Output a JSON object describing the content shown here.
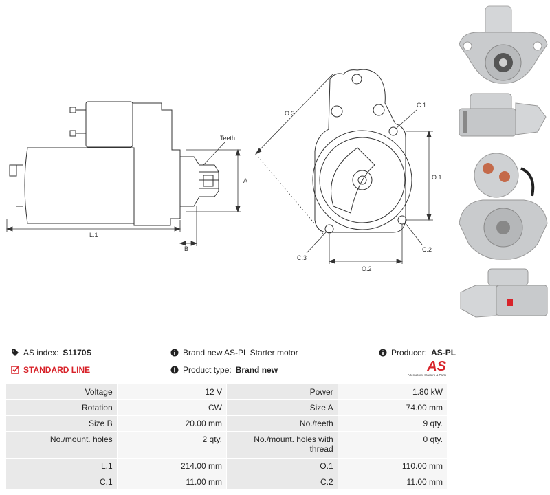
{
  "drawing": {
    "labels": {
      "teeth": "Teeth",
      "a": "A",
      "b": "B",
      "l1": "L.1",
      "o3": "O.3",
      "c1": "C.1",
      "o1": "O.1",
      "c2": "C.2",
      "c3": "C.3",
      "o2": "O.2"
    }
  },
  "info": {
    "as_index_label": "AS index:",
    "as_index_value": "S1170S",
    "line": "STANDARD LINE",
    "brand_text": "Brand new AS-PL Starter motor",
    "product_type_label": "Product type:",
    "product_type_value": "Brand new",
    "producer_label": "Producer:",
    "producer_value": "AS-PL",
    "logo_text": "AS",
    "logo_tagline": "Alternators, Starters & Parts"
  },
  "specs": {
    "rows": [
      {
        "k1": "Voltage",
        "v1": "12 V",
        "k2": "Power",
        "v2": "1.80 kW"
      },
      {
        "k1": "Rotation",
        "v1": "CW",
        "k2": "Size A",
        "v2": "74.00 mm"
      },
      {
        "k1": "Size B",
        "v1": "20.00 mm",
        "k2": "No./teeth",
        "v2": "9 qty."
      },
      {
        "k1": "No./mount. holes",
        "v1": "2 qty.",
        "k2": "No./mount. holes with thread",
        "v2": "0 qty."
      },
      {
        "k1": "L.1",
        "v1": "214.00 mm",
        "k2": "O.1",
        "v2": "110.00 mm"
      },
      {
        "k1": "C.1",
        "v1": "11.00 mm",
        "k2": "C.2",
        "v2": "11.00 mm"
      }
    ]
  },
  "colors": {
    "accent": "#d8232a",
    "line": "#333333",
    "header": "#e9e9e9",
    "cell": "#f6f6f6"
  }
}
